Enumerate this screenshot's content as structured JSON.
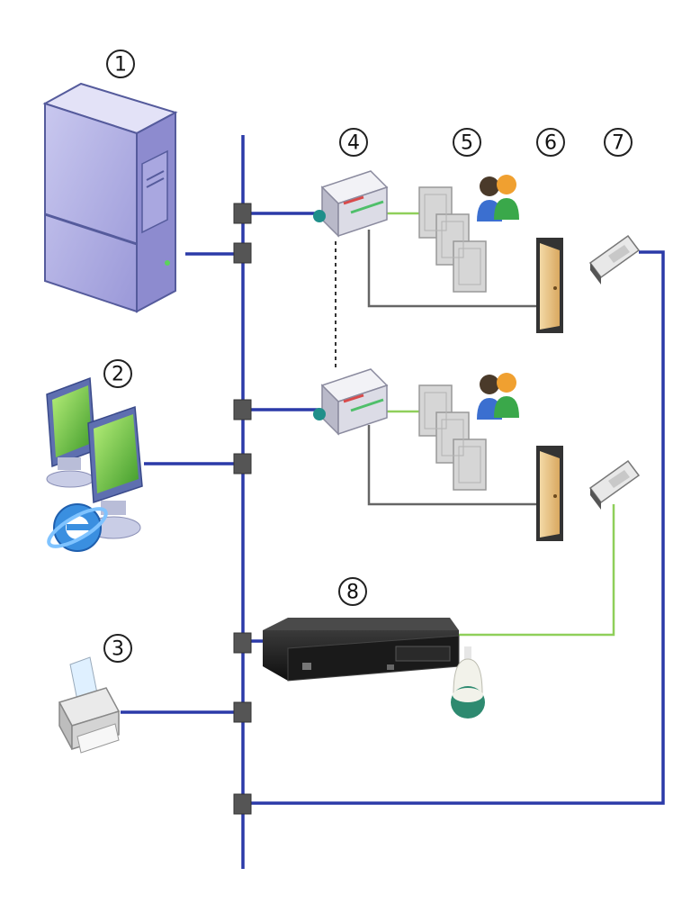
{
  "callouts": [
    "1",
    "2",
    "3",
    "4",
    "5",
    "6",
    "7",
    "8"
  ],
  "icons": {
    "server": "server-tower-icon",
    "workstation": "workstation-icon",
    "printer": "printer-icon",
    "controller": "access-controller-icon",
    "card_reader": "card-reader-icon",
    "users": "users-icon",
    "door": "door-icon",
    "usb_reader": "usb-enrollment-reader-icon",
    "dvr": "dvr-recorder-icon",
    "dome_camera": "dome-camera-icon"
  },
  "colors": {
    "network_bus": "#2b3aa8",
    "wiring": "#666666",
    "green_link": "#8fcf5a"
  }
}
